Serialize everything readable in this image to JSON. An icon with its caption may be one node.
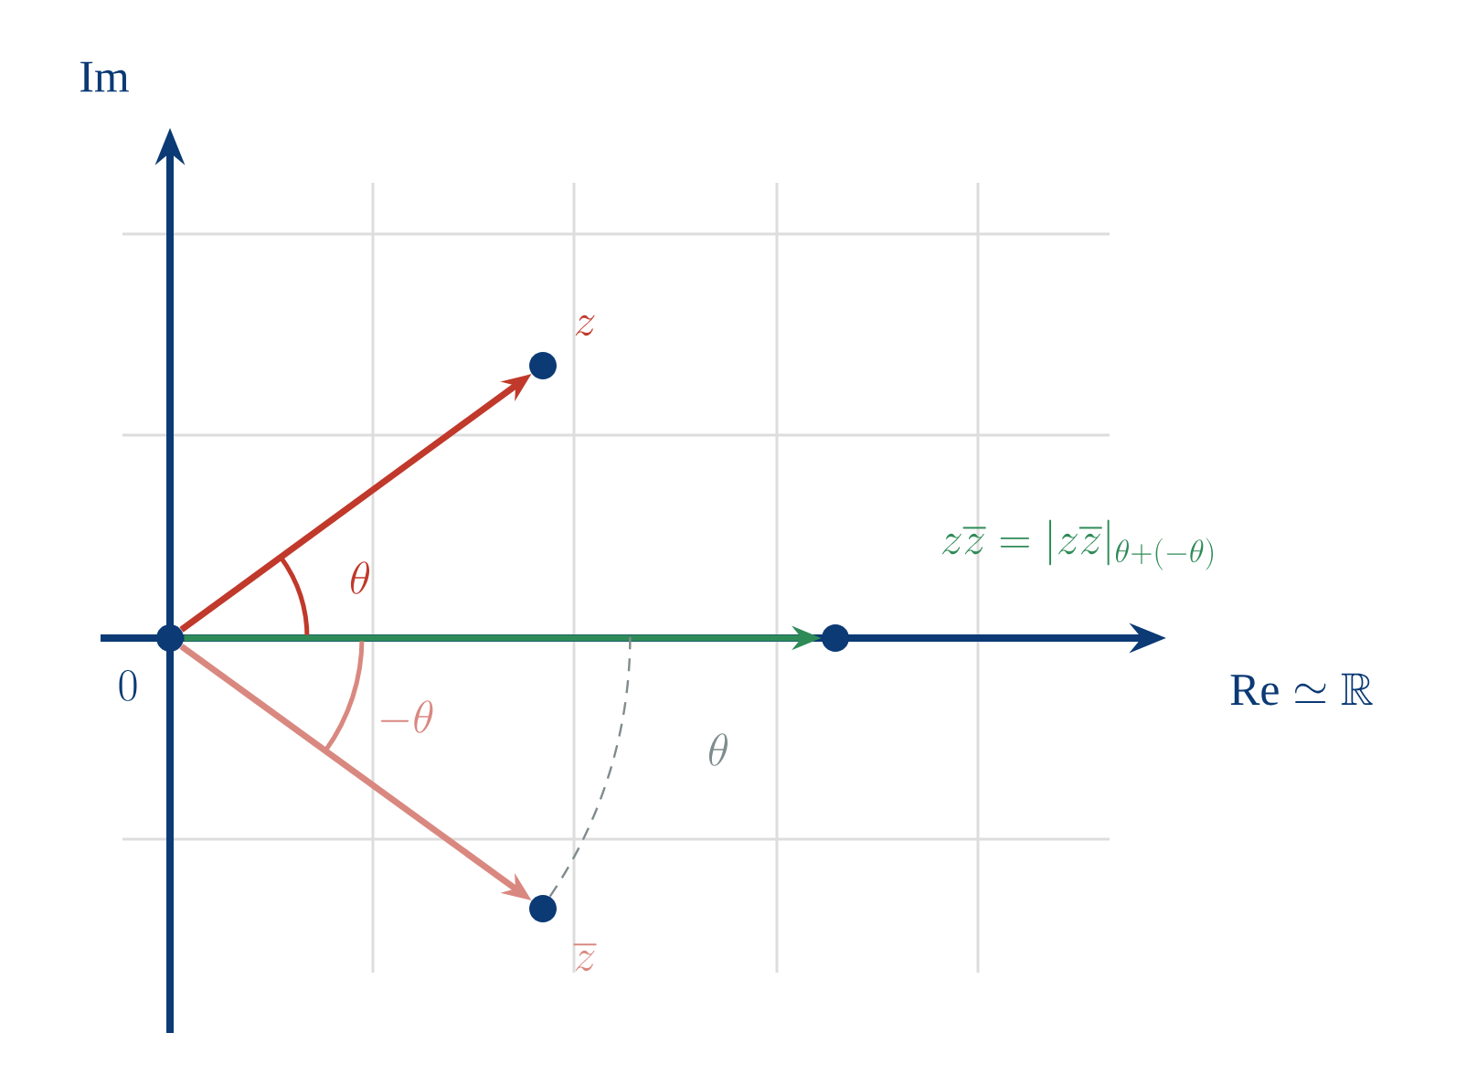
{
  "diagram": {
    "nodes": [
      {
        "text": [],
        "shape": "circle",
        "beside": [
          "0"
        ]
      },
      {
        "text": [],
        "shape": "circle",
        "beside": [
          "z"
        ]
      },
      {
        "text": [],
        "shape": "circle",
        "beside": [
          "\\overline{z}"
        ]
      },
      {
        "text": [],
        "shape": "circle"
      }
    ],
    "edges": [
      {
        "from": 0,
        "to": 1,
        "arrow": "to",
        "color": "#c0392b"
      },
      {
        "from": 0,
        "to": 2,
        "arrow": "to",
        "color": "#d98880"
      },
      {
        "from": 0,
        "to": 3,
        "arrow": "to",
        "color": "#2e8b57"
      },
      {
        "from": 2,
        "to": null,
        "arrow": "none",
        "style": "dashed",
        "color": "#7f8c8d"
      }
    ],
    "labels": [
      "\\mathrm{Im}",
      "z\\overline{z} = |z\\overline{z}|_{\\theta+(-\\theta)}",
      "\\theta",
      "\\mathrm{Re} \\simeq \\mathbb{R}",
      "-\\theta",
      "\\theta"
    ]
  }
}
